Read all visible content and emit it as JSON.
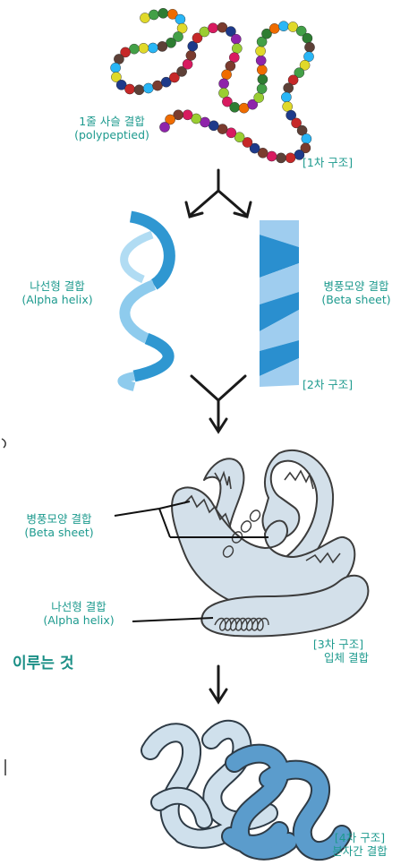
{
  "primary": {
    "name_ko": "1줄 사슬 결합",
    "name_en": "(polypeptied)",
    "stage": "[1차 구조]",
    "bead_colors": [
      "#e0d92a",
      "#7a3b2e",
      "#2e7d32",
      "#c62828",
      "#8e24aa",
      "#29b6f6",
      "#d81b60",
      "#43a047",
      "#1e3a8a",
      "#ef6c00",
      "#5d4037",
      "#9acd32"
    ]
  },
  "secondary": {
    "helix_ko": "나선형 결합",
    "helix_en": "(Alpha helix)",
    "sheet_ko": "병풍모양 결합",
    "sheet_en": "(Beta sheet)",
    "stage": "[2차 구조]"
  },
  "tertiary": {
    "sheet_ko": "병풍모양 결합",
    "sheet_en": "(Beta sheet)",
    "helix_ko": "나선형 결합",
    "helix_en": "(Alpha helix)",
    "stage": "[3차 구조]",
    "stage_desc": "입체 결합"
  },
  "quaternary": {
    "stage": "[4차 구조]",
    "stage_desc": "분자간 결합"
  },
  "side_text": {
    "fragment": "이루는 것"
  },
  "colors": {
    "label": "#1d9a8e",
    "helix_blue": "#3ea6d8",
    "sheet_light": "#a9d4f0",
    "sheet_dark": "#2a8fcf",
    "fold_fill": "#d3e0ea",
    "fold_stroke": "#3c3c3c",
    "q_light": "#cfe0ec",
    "q_dark": "#5b9ccc"
  }
}
